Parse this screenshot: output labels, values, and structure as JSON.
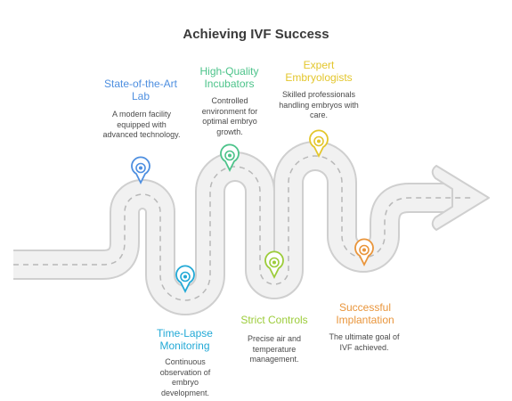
{
  "title": "Achieving IVF Success",
  "colors": {
    "road_fill": "#f1f1f1",
    "road_edge": "#cfcfcf",
    "road_dash": "#b8b8b8",
    "blue": "#4e8fe0",
    "cyan": "#22a9d6",
    "green": "#4cc38a",
    "lime": "#9ccc3a",
    "yellow": "#e3c62c",
    "orange": "#e9953b"
  },
  "milestones": [
    {
      "title": "State-of-the-Art Lab",
      "description": "A modern facility equipped with advanced technology.",
      "color": "#4e8fe0",
      "icon": "location-pin-icon"
    },
    {
      "title": "Time-Lapse Monitoring",
      "description": "Continuous observation of embryo development.",
      "color": "#22a9d6",
      "icon": "location-pin-icon"
    },
    {
      "title": "High-Quality Incubators",
      "description": "Controlled environment for optimal embryo growth.",
      "color": "#4cc38a",
      "icon": "location-pin-icon"
    },
    {
      "title": "Strict Controls",
      "description": "Precise air and temperature management.",
      "color": "#9ccc3a",
      "icon": "location-pin-icon"
    },
    {
      "title": "Expert Embryologists",
      "description": "Skilled professionals handling embryos with care.",
      "color": "#e3c62c",
      "icon": "location-pin-icon"
    },
    {
      "title": "Successful Implantation",
      "description": "The ultimate goal of IVF achieved.",
      "color": "#e9953b",
      "icon": "location-pin-icon"
    }
  ]
}
